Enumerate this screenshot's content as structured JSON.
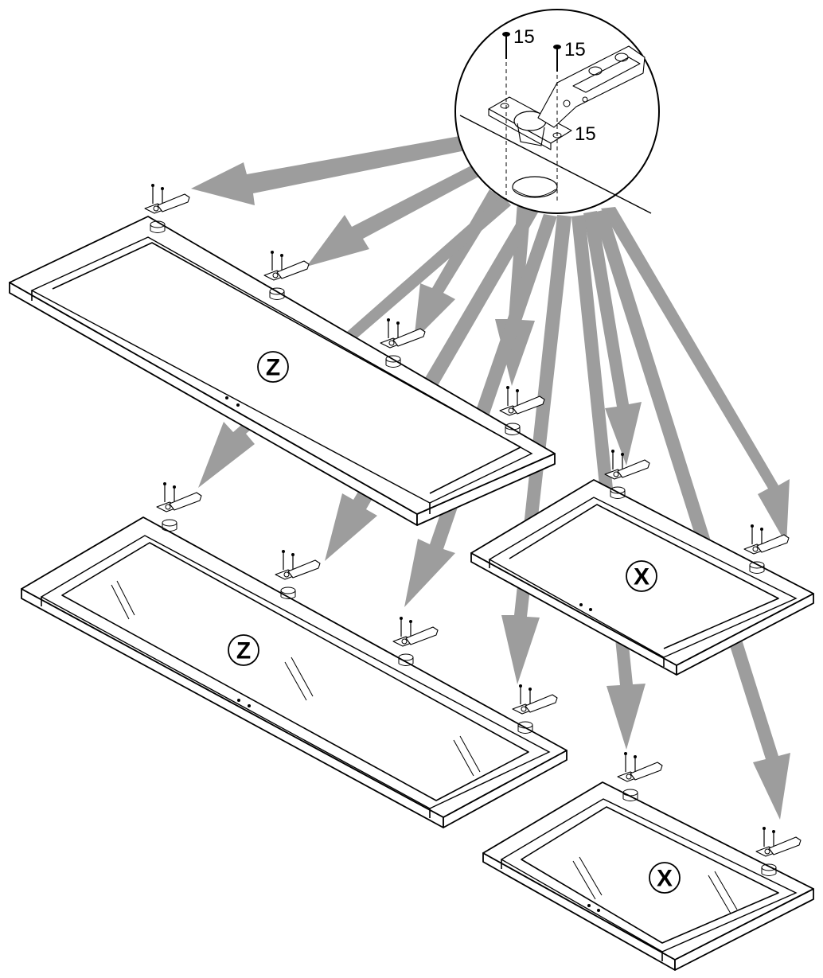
{
  "detail": {
    "quantity_labels": [
      "15",
      "15",
      "15"
    ]
  },
  "panels": [
    {
      "label": "Z",
      "glass": false
    },
    {
      "label": "Z",
      "glass": true
    },
    {
      "label": "X",
      "glass": false
    },
    {
      "label": "X",
      "glass": true
    }
  ],
  "colors": {
    "arrow": "#9d9d9d",
    "line": "#000000",
    "background": "#ffffff"
  }
}
